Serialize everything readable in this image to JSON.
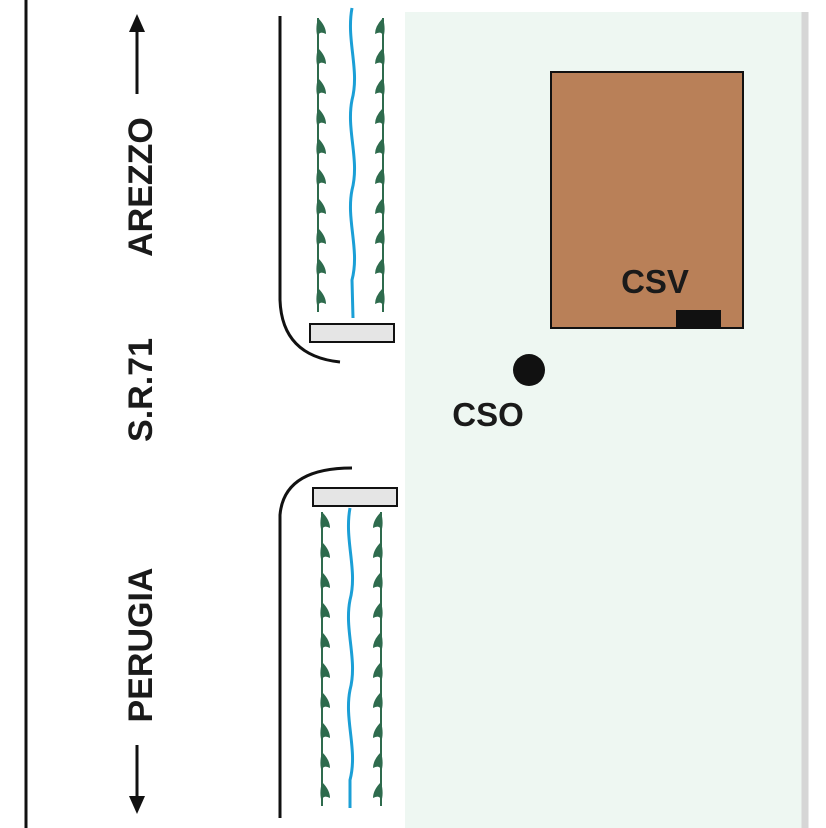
{
  "labels": {
    "north_direction": "AREZZO",
    "road": "S.R.71",
    "south_direction": "PERUGIA",
    "building_label": "CSV",
    "point_label": "CSO"
  },
  "colors": {
    "site_area": "#eef7f2",
    "site_edge": "#d6d6d6",
    "building": "#b98058",
    "stream": "#1b9fd6",
    "hedge": "#2e6b4d",
    "culvert": "#e5e5e5",
    "ink": "#111111"
  },
  "icons": {
    "north_arrow": "arrow-up-icon",
    "south_arrow": "arrow-down-icon"
  }
}
